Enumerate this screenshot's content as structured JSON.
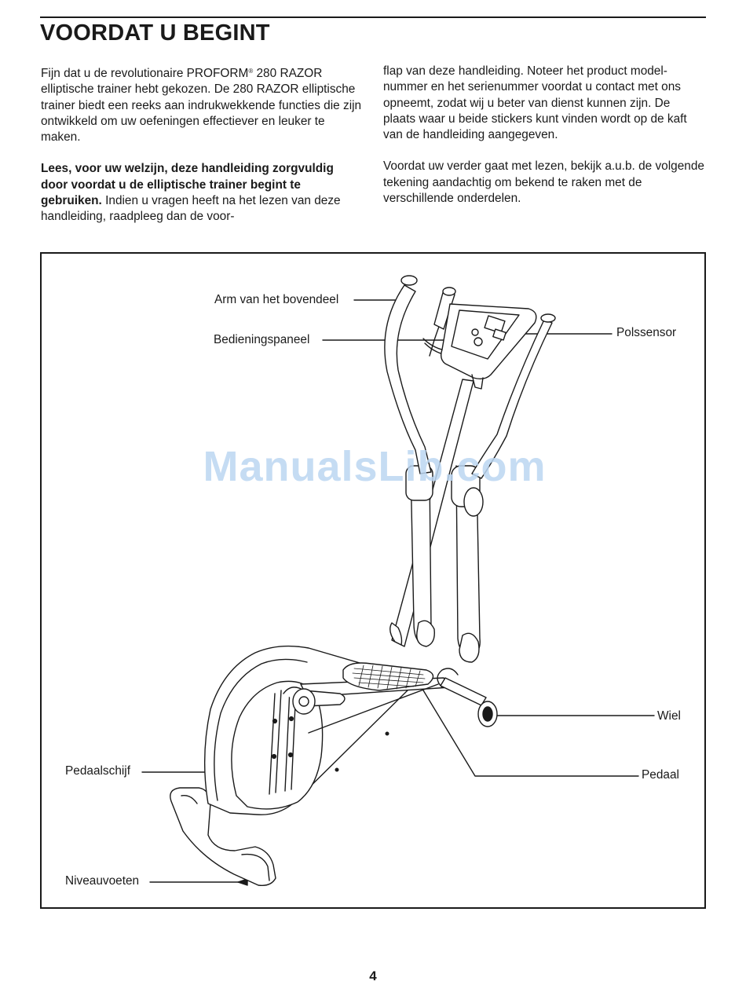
{
  "header": {
    "title": "VOORDAT U BEGINT"
  },
  "intro": {
    "p1_before": "Fijn dat u de revolutionaire PROFORM",
    "p1_reg": "®",
    "p1_after": " 280 RAZOR elliptische trainer hebt gekozen. De 280 RAZOR elliptische trainer biedt een reeks aan indrukwekkende functies die zijn ontwikkeld om uw oefeningen effectiever en leuker te maken.",
    "p2_bold": "Lees, voor uw welzijn, deze handleiding zorgvuldig door voordat u de elliptische trainer begint te gebruiken.",
    "p2_rest": " Indien u vragen heeft na het lezen van deze handleiding, raadpleeg dan de voorflap van deze handleiding. Noteer het productmodelnummer en het serienummer voordat u contact met ons opneemt, zodat wij u beter van dienst kunnen zijn. De plaats waar u beide stickers kunt vinden wordt op de kaft van de handleiding aangegeven.",
    "p3": "Voordat uw verder gaat met lezen, bekijk a.u.b. de volgende tekening aandachtig om bekend te raken met de verschillende onderdelen."
  },
  "diagram": {
    "labels": {
      "upper_arm": "Arm van het bovendeel",
      "console": "Bedieningspaneel",
      "pulse_sensor": "Polssensor",
      "wheel": "Wiel",
      "pedal": "Pedaal",
      "flywheel": "Pedaalschijf",
      "leveling_feet": "Niveauvoeten"
    }
  },
  "watermark": "ManualsLib.com",
  "footer": {
    "page_number": "4"
  }
}
